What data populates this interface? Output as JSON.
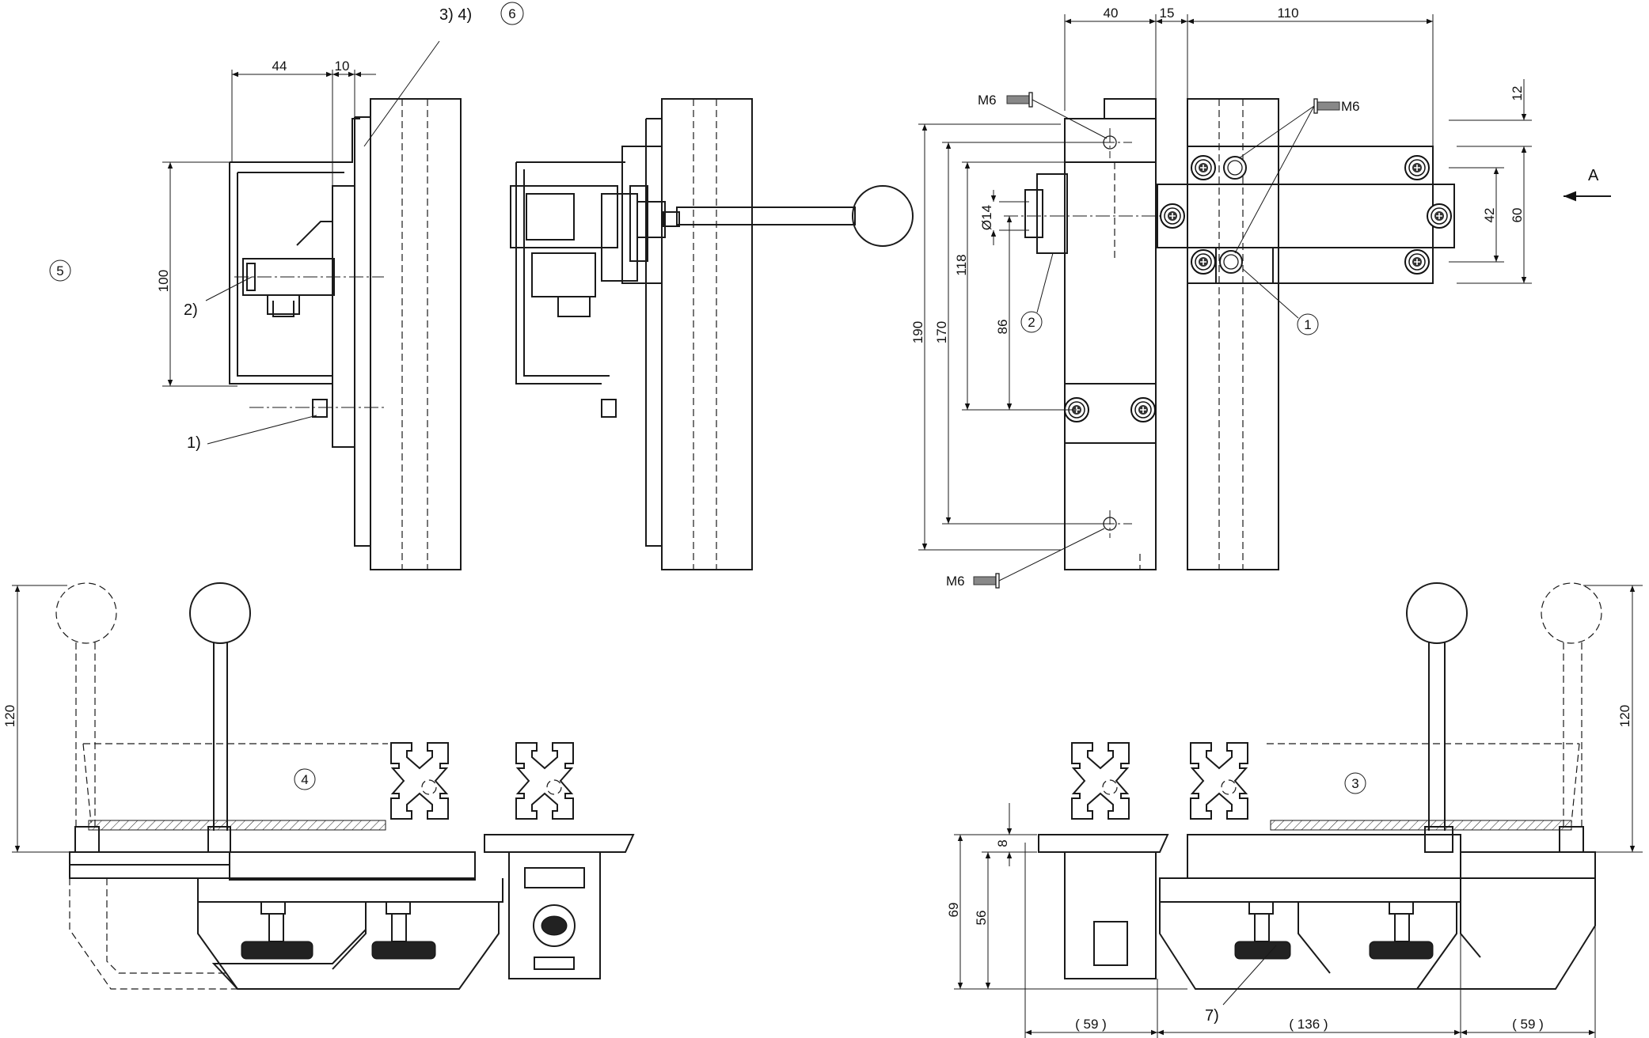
{
  "dimensions": {
    "d44": "44",
    "d10": "10",
    "d100": "100",
    "d40": "40",
    "d15": "15",
    "d110": "110",
    "d12": "12",
    "d60": "60",
    "d42": "42",
    "d190": "190",
    "d170": "170",
    "d118": "118",
    "d86": "86",
    "d14": "Ø14",
    "d120_left": "120",
    "d120_right": "120",
    "d69": "69",
    "d56": "56",
    "d8": "8",
    "d59_left": "( 59 )",
    "d136": "( 136 )",
    "d59_right": "( 59 )"
  },
  "labels": {
    "notes_34": "3)  4)",
    "note_1": "1)",
    "note_2": "2)",
    "note_7": "7)",
    "thread_m6_top_left": "M6",
    "thread_m6_top_right": "M6",
    "thread_m6_bottom": "M6",
    "view_arrow": "A"
  },
  "callouts": {
    "c1": "1",
    "c2": "2",
    "c3": "3",
    "c4": "4",
    "c5": "5",
    "c6": "6"
  }
}
